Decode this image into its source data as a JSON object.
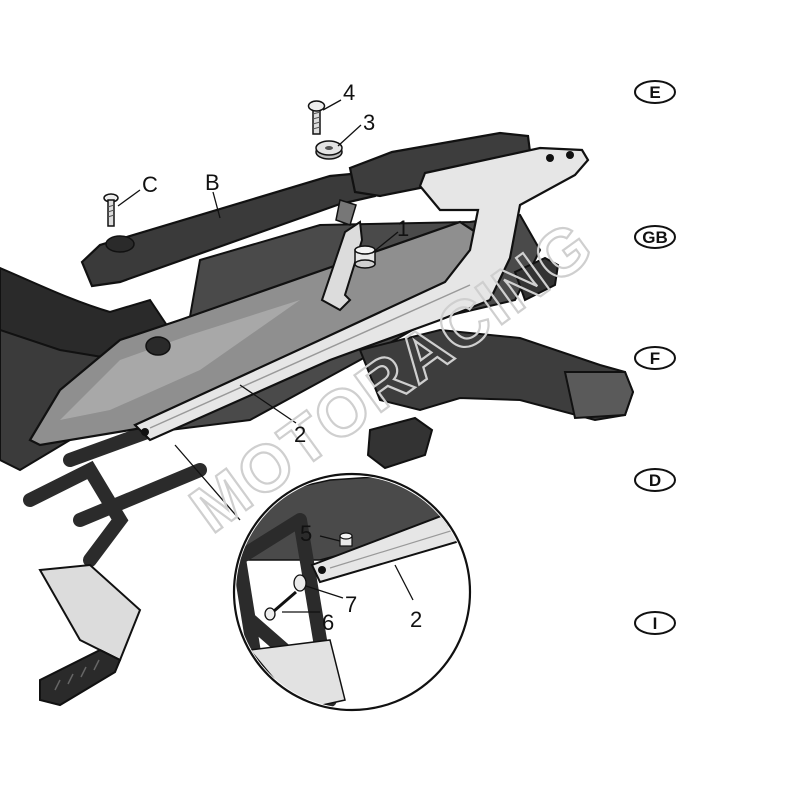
{
  "callouts": {
    "c4": "4",
    "c3": "3",
    "cC": "C",
    "cB": "B",
    "c1": "1",
    "c2_main": "2",
    "c5": "5",
    "c7": "7",
    "c6": "6",
    "c2_detail": "2"
  },
  "languages": [
    "E",
    "GB",
    "F",
    "D",
    "I"
  ],
  "watermark": "MOTORACING",
  "colors": {
    "outline": "#1a1a1a",
    "rack_fill": "#e6e6e6",
    "grab_bar": "#3a3a3a",
    "tail_panel": "#8f8f8f",
    "frame": "#2b2b2b",
    "watermark": "#cfcfcf"
  }
}
